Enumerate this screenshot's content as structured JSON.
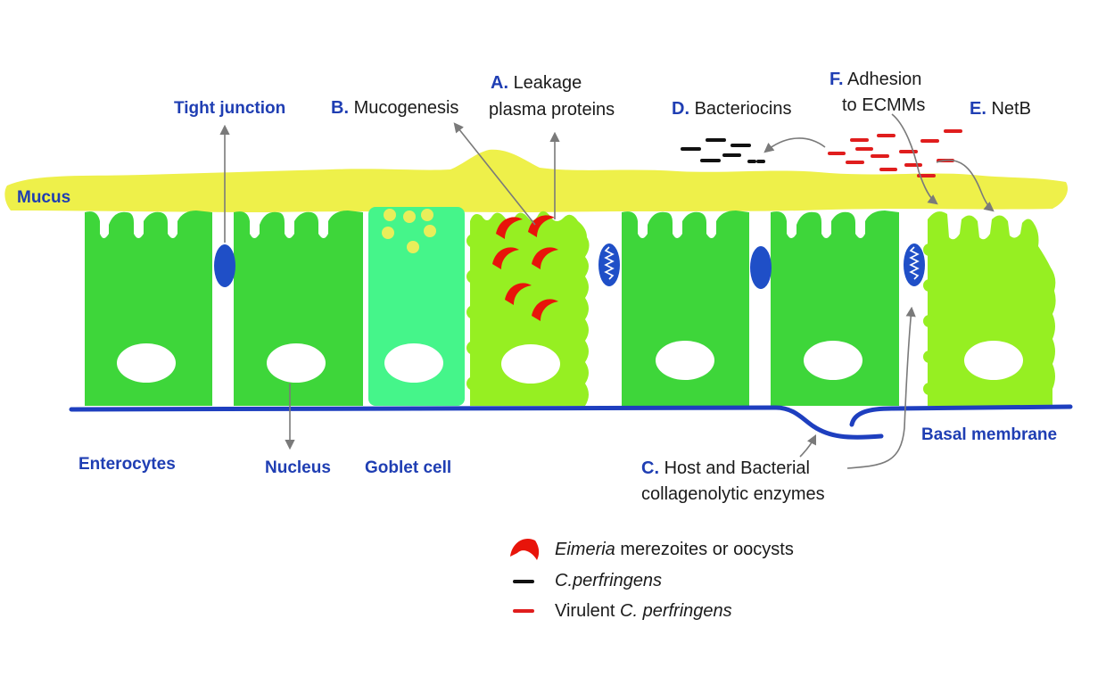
{
  "labels": {
    "tight_junction": "Tight junction",
    "mucus": "Mucus",
    "enterocytes": "Enterocytes",
    "nucleus": "Nucleus",
    "goblet_cell": "Goblet cell",
    "basal_membrane": "Basal membrane"
  },
  "annotations": {
    "a": {
      "letter": "A.",
      "line1": "Leakage",
      "line2": "plasma proteins"
    },
    "b": {
      "letter": "B.",
      "text": "Mucogenesis"
    },
    "c": {
      "letter": "C.",
      "line1": "Host and Bacterial",
      "line2": "collagenolytic enzymes"
    },
    "d": {
      "letter": "D.",
      "text": "Bacteriocins"
    },
    "e": {
      "letter": "E.",
      "text": "NetB"
    },
    "f": {
      "letter": "F.",
      "line1": "Adhesion",
      "line2": "to ECMMs"
    }
  },
  "legend": {
    "eimeria": {
      "italic": "Eimeria",
      "rest": " merezoites or oocysts"
    },
    "cperf": {
      "italic": "C.perfringens"
    },
    "virulent": {
      "prefix": "Virulent ",
      "italic": "C. perfringens"
    }
  },
  "colors": {
    "enterocyte": "#3ed63a",
    "goblet": "#45f58a",
    "damaged_cell": "#96ef22",
    "mucus": "#eef04a",
    "junction": "#1f4fc7",
    "membrane": "#1e3fbf",
    "eimeria": "#e8140a",
    "bacteria_black": "#111111",
    "bacteria_red": "#e01d1d",
    "label_blue": "#1f3eb3",
    "arrow": "#7a7a7a"
  }
}
